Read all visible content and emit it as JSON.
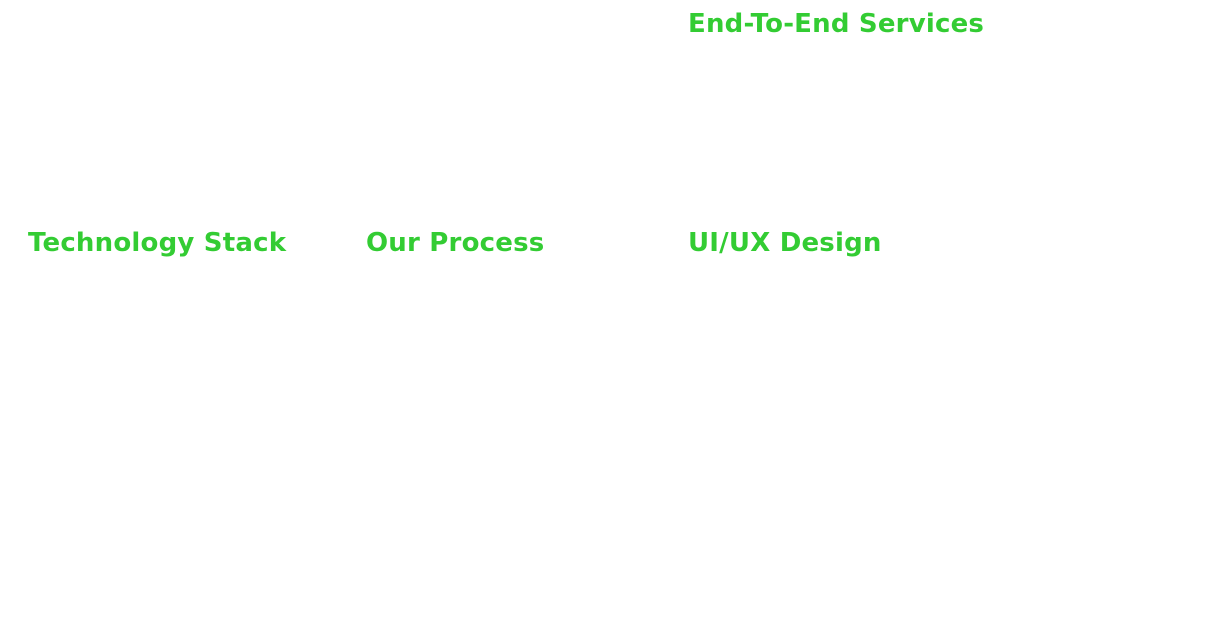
{
  "theme": {
    "accent_color": "#33cc33",
    "background": "#ffffff"
  },
  "menu": {
    "end_to_end_services": "End-To-End Services",
    "technology_stack": "Technology Stack",
    "our_process": "Our Process",
    "ui_ux_design": "UI/UX Design"
  }
}
